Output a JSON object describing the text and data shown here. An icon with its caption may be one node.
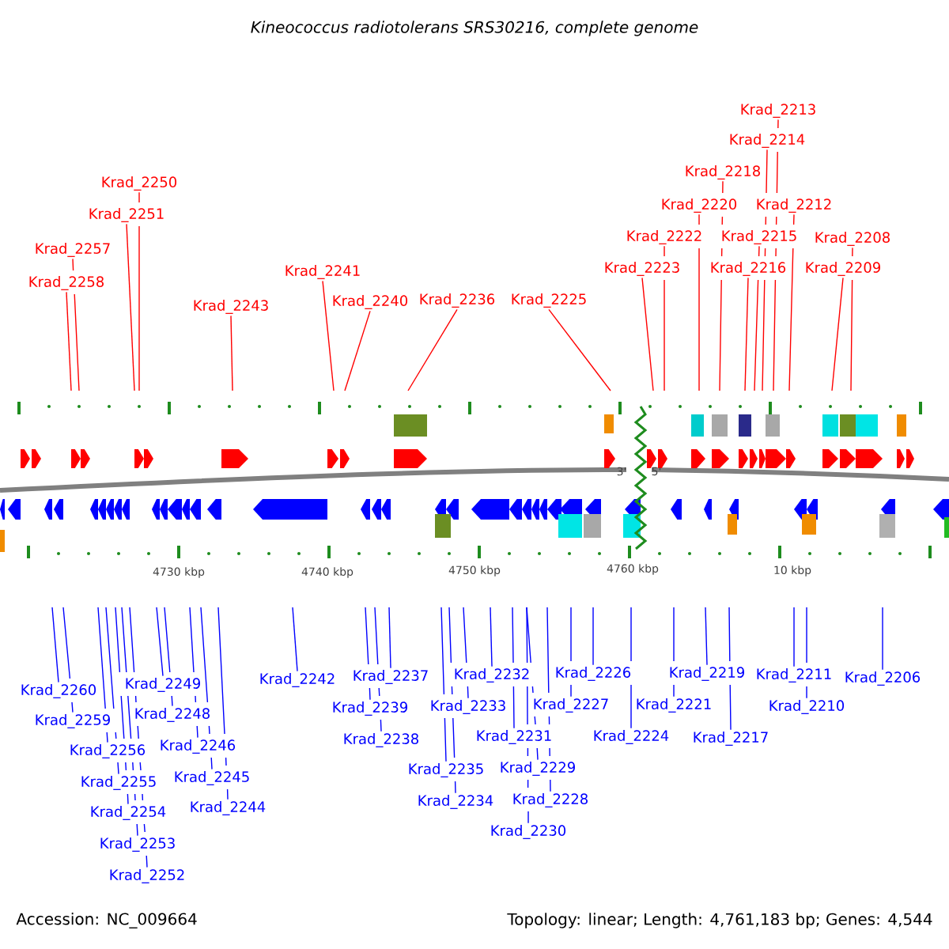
{
  "diagram": {
    "title": "Kineococcus radiotolerans SRS30216, complete genome",
    "nodes": [
      {
        "text": [
          "Krad_2213"
        ]
      },
      {
        "text": [
          "Krad_2214"
        ]
      },
      {
        "text": [
          "Krad_2218"
        ]
      },
      {
        "text": [
          "Krad_2250"
        ]
      },
      {
        "text": [
          "Krad_2220"
        ]
      },
      {
        "text": [
          "Krad_2212"
        ]
      },
      {
        "text": [
          "Krad_2251"
        ]
      },
      {
        "text": [
          "Krad_2222"
        ]
      },
      {
        "text": [
          "Krad_2215"
        ]
      },
      {
        "text": [
          "Krad_2208"
        ]
      },
      {
        "text": [
          "Krad_2257"
        ]
      },
      {
        "text": [
          "Krad_2223"
        ]
      },
      {
        "text": [
          "Krad_2216"
        ]
      },
      {
        "text": [
          "Krad_2209"
        ]
      },
      {
        "text": [
          "Krad_2241"
        ]
      },
      {
        "text": [
          "Krad_2258"
        ]
      },
      {
        "text": [
          "Krad_2236"
        ]
      },
      {
        "text": [
          "Krad_2225"
        ]
      },
      {
        "text": [
          "Krad_2240"
        ]
      },
      {
        "text": [
          "Krad_2243"
        ]
      },
      {
        "text": [
          "Krad_2260"
        ]
      },
      {
        "text": [
          "Krad_2249"
        ]
      },
      {
        "text": [
          "Krad_2242"
        ]
      },
      {
        "text": [
          "Krad_2237"
        ]
      },
      {
        "text": [
          "Krad_2232"
        ]
      },
      {
        "text": [
          "Krad_2226"
        ]
      },
      {
        "text": [
          "Krad_2219"
        ]
      },
      {
        "text": [
          "Krad_2211"
        ]
      },
      {
        "text": [
          "Krad_2206"
        ]
      },
      {
        "text": [
          "Krad_2259"
        ]
      },
      {
        "text": [
          "Krad_2248"
        ]
      },
      {
        "text": [
          "Krad_2239"
        ]
      },
      {
        "text": [
          "Krad_2233"
        ]
      },
      {
        "text": [
          "Krad_2227"
        ]
      },
      {
        "text": [
          "Krad_2221"
        ]
      },
      {
        "text": [
          "Krad_2210"
        ]
      },
      {
        "text": [
          "Krad_2256"
        ]
      },
      {
        "text": [
          "Krad_2246"
        ]
      },
      {
        "text": [
          "Krad_2238"
        ]
      },
      {
        "text": [
          "Krad_2231"
        ]
      },
      {
        "text": [
          "Krad_2224"
        ]
      },
      {
        "text": [
          "Krad_2217"
        ]
      },
      {
        "text": [
          "Krad_2255"
        ]
      },
      {
        "text": [
          "Krad_2245"
        ]
      },
      {
        "text": [
          "Krad_2235"
        ]
      },
      {
        "text": [
          "Krad_2229"
        ]
      },
      {
        "text": [
          "Krad_2254"
        ]
      },
      {
        "text": [
          "Krad_2244"
        ]
      },
      {
        "text": [
          "Krad_2234"
        ]
      },
      {
        "text": [
          "Krad_2228"
        ]
      },
      {
        "text": [
          "Krad_2253"
        ]
      },
      {
        "text": [
          "Krad_2230"
        ]
      },
      {
        "text": [
          "Krad_2252"
        ]
      }
    ],
    "edges": [
      {
        "from": 0,
        "to": null,
        "arrow": "none",
        "color": "#ff0000"
      },
      {
        "from": 1,
        "to": null,
        "arrow": "none",
        "color": "#ff0000"
      },
      {
        "from": 2,
        "to": null,
        "arrow": "none",
        "color": "#ff0000"
      },
      {
        "from": 3,
        "to": null,
        "arrow": "none",
        "color": "#ff0000"
      },
      {
        "from": 4,
        "to": null,
        "arrow": "none",
        "color": "#ff0000"
      },
      {
        "from": 5,
        "to": null,
        "arrow": "none",
        "color": "#ff0000"
      },
      {
        "from": 6,
        "to": null,
        "arrow": "none",
        "color": "#ff0000"
      },
      {
        "from": 7,
        "to": null,
        "arrow": "none",
        "color": "#ff0000"
      },
      {
        "from": 8,
        "to": null,
        "arrow": "none",
        "color": "#ff0000"
      },
      {
        "from": 9,
        "to": null,
        "arrow": "none",
        "color": "#ff0000"
      },
      {
        "from": 10,
        "to": null,
        "arrow": "none",
        "color": "#ff0000"
      },
      {
        "from": 11,
        "to": null,
        "arrow": "none",
        "color": "#ff0000"
      },
      {
        "from": 12,
        "to": null,
        "arrow": "none",
        "color": "#ff0000"
      },
      {
        "from": 13,
        "to": null,
        "arrow": "none",
        "color": "#ff0000"
      },
      {
        "from": 14,
        "to": null,
        "arrow": "none",
        "color": "#ff0000"
      },
      {
        "from": 15,
        "to": null,
        "arrow": "none",
        "color": "#ff0000"
      },
      {
        "from": 16,
        "to": null,
        "arrow": "none",
        "color": "#ff0000"
      },
      {
        "from": 17,
        "to": null,
        "arrow": "none",
        "color": "#ff0000"
      },
      {
        "from": 18,
        "to": null,
        "arrow": "none",
        "color": "#ff0000"
      },
      {
        "from": 19,
        "to": null,
        "arrow": "none",
        "color": "#ff0000"
      },
      {
        "from": 20,
        "to": null,
        "arrow": "none"
      },
      {
        "from": 21,
        "to": null,
        "arrow": "none"
      },
      {
        "from": 22,
        "to": null,
        "arrow": "none"
      },
      {
        "from": 23,
        "to": null,
        "arrow": "none"
      },
      {
        "from": 24,
        "to": null,
        "arrow": "none"
      },
      {
        "from": 25,
        "to": null,
        "arrow": "none"
      },
      {
        "from": 26,
        "to": null,
        "arrow": "none"
      },
      {
        "from": 27,
        "to": null,
        "arrow": "none"
      },
      {
        "from": 28,
        "to": null,
        "arrow": "none"
      },
      {
        "from": 29,
        "to": null,
        "arrow": "none"
      },
      {
        "from": 30,
        "to": null,
        "arrow": "none"
      },
      {
        "from": 31,
        "to": null,
        "arrow": "none"
      },
      {
        "from": 32,
        "to": null,
        "arrow": "none"
      },
      {
        "from": 33,
        "to": null,
        "arrow": "none"
      },
      {
        "from": 34,
        "to": null,
        "arrow": "none"
      },
      {
        "from": 35,
        "to": null,
        "arrow": "none"
      },
      {
        "from": 36,
        "to": null,
        "arrow": "none"
      },
      {
        "from": 37,
        "to": null,
        "arrow": "none"
      },
      {
        "from": 38,
        "to": null,
        "arrow": "none"
      },
      {
        "from": 39,
        "to": null,
        "arrow": "none"
      },
      {
        "from": 40,
        "to": null,
        "arrow": "none"
      },
      {
        "from": 41,
        "to": null,
        "arrow": "none"
      },
      {
        "from": 42,
        "to": null,
        "arrow": "none"
      },
      {
        "from": 43,
        "to": null,
        "arrow": "none"
      },
      {
        "from": 44,
        "to": null,
        "arrow": "none"
      },
      {
        "from": 45,
        "to": null,
        "arrow": "none"
      },
      {
        "from": 46,
        "to": null,
        "arrow": "none"
      },
      {
        "from": 47,
        "to": null,
        "arrow": "none"
      },
      {
        "from": 48,
        "to": null,
        "arrow": "none"
      },
      {
        "from": 49,
        "to": null,
        "arrow": "none"
      },
      {
        "from": 50,
        "to": null,
        "arrow": "none"
      },
      {
        "from": 51,
        "to": null,
        "arrow": "none"
      },
      {
        "from": 52,
        "to": null,
        "arrow": "none"
      }
    ],
    "labels": [
      "3'",
      "5'",
      "4730 kbp",
      "4740 kbp",
      "4750 kbp",
      "4760 kbp",
      "10 kbp",
      "Accession: NC_009664",
      "Topology: linear; Length: 4,761,183 bp; Genes: 4,544"
    ]
  }
}
